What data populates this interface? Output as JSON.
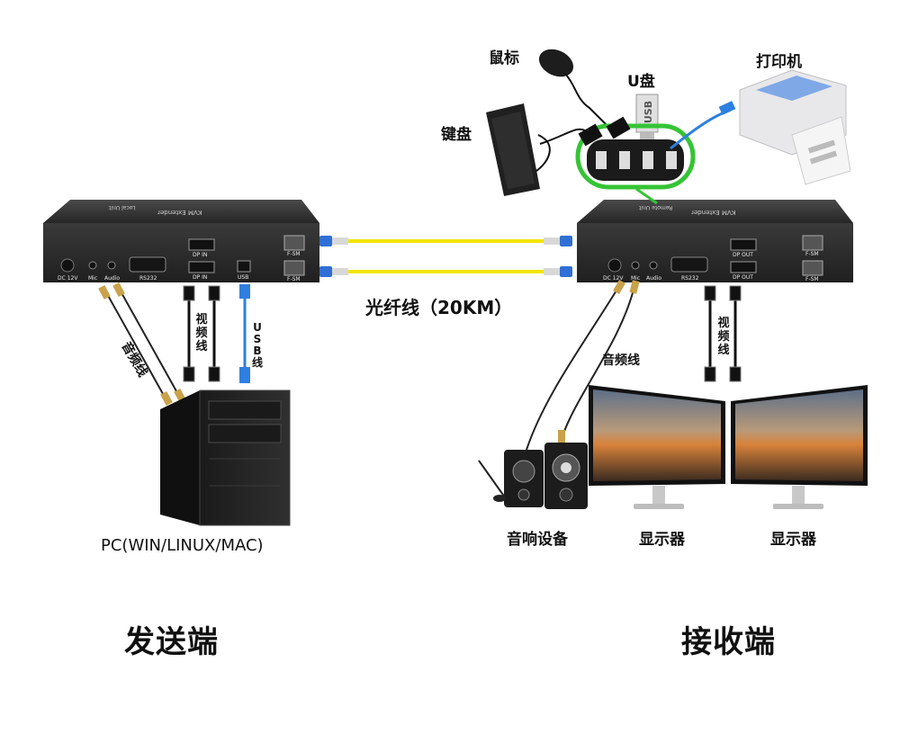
{
  "labels": {
    "mouse": "鼠标",
    "usb_disk": "U盘",
    "printer": "打印机",
    "keyboard": "键盘",
    "fiber": "光纤线（20KM）",
    "audio_cable_left": "音频线",
    "video_cable_left": "视频线",
    "usb_cable": "USB线",
    "audio_cable_right": "音频线",
    "video_cable_right": "视频线",
    "pc": "PC(WIN/LINUX/MAC)",
    "speakers": "音响设备",
    "monitor_1": "显示器",
    "monitor_2": "显示器",
    "sender": "发送端",
    "receiver": "接收端"
  },
  "tx_unit": {
    "brand": "KVM Extender",
    "subtitle": "Local Unit",
    "ports": [
      "DC 12V",
      "Mic",
      "Audio",
      "RS232",
      "DP IN",
      "DP IN",
      "USB",
      "F-SM",
      "F-SM"
    ]
  },
  "rx_unit": {
    "brand": "KVM Extender",
    "subtitle": "Remote Unit",
    "ports": [
      "DC 12V",
      "Mic",
      "Audio",
      "RS232",
      "DP OUT",
      "DP OUT",
      "F-SM",
      "F-SM"
    ]
  },
  "usb_stick_text": "USB",
  "colors": {
    "device": "#2b2b2b",
    "fiber": "#f2e600",
    "fiber_connector": "#2f6fd6",
    "usb_cable": "#2e7fe0",
    "hub_outline": "#35c435"
  }
}
